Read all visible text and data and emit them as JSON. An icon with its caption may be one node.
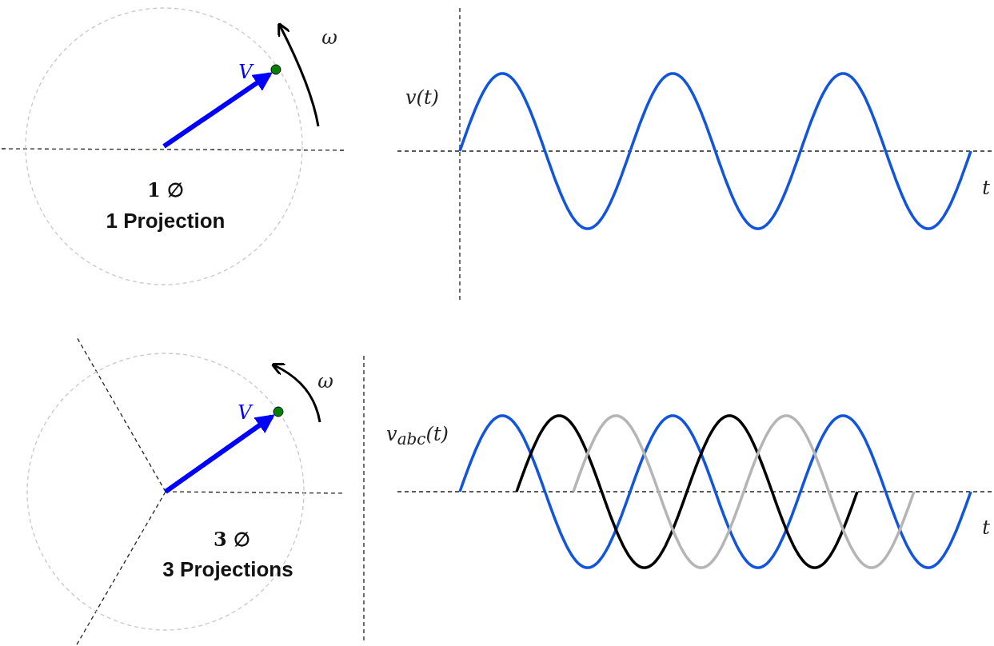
{
  "diagram": {
    "labels": [
      "ω",
      "V",
      "v(t)",
      "1 ∅",
      "1 Projection",
      "t",
      "ω",
      "V",
      "v$_{abc}$(t)",
      "3 ∅",
      "3 Projections",
      "t"
    ]
  }
}
